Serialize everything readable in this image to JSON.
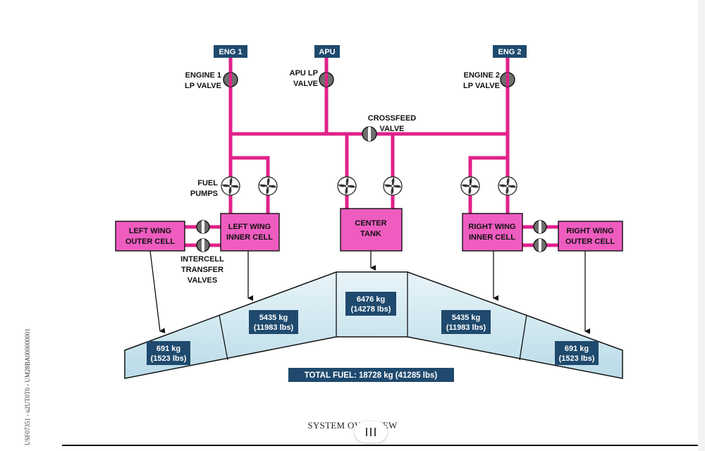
{
  "diagram": {
    "sources": {
      "eng1": "ENG 1",
      "apu": "APU",
      "eng2": "ENG 2"
    },
    "valves": {
      "engine1_lp": [
        "ENGINE 1",
        "LP VALVE"
      ],
      "apu_lp": [
        "APU LP",
        "VALVE"
      ],
      "engine2_lp": [
        "ENGINE 2",
        "LP VALVE"
      ],
      "crossfeed": [
        "CROSSFEED",
        "VALVE"
      ],
      "intercell": [
        "INTERCELL",
        "TRANSFER",
        "VALVES"
      ]
    },
    "pumps_label": [
      "FUEL",
      "PUMPS"
    ],
    "tanks": {
      "left_outer": [
        "LEFT WING",
        "OUTER CELL"
      ],
      "left_inner": [
        "LEFT WING",
        "INNER CELL"
      ],
      "center": [
        "CENTER",
        "TANK"
      ],
      "right_inner": [
        "RIGHT WING",
        "INNER CELL"
      ],
      "right_outer": [
        "RIGHT WING",
        "OUTER CELL"
      ]
    },
    "quantities": {
      "left_outer": [
        "691 kg",
        "(1523 lbs)"
      ],
      "left_inner": [
        "5435 kg",
        "(11983 lbs)"
      ],
      "center": [
        "6476 kg",
        "(14278 lbs)"
      ],
      "right_inner": [
        "5435 kg",
        "(11983 lbs)"
      ],
      "right_outer": [
        "691 kg",
        "(1523 lbs)"
      ]
    },
    "total": "TOTAL FUEL: 18728 kg (41285 lbs)"
  },
  "page": {
    "side_code": "USF07351 - u2UT0T0 - UM28BA000000001",
    "caption": "SYSTEM OVERVIEW"
  },
  "colors": {
    "fuel_line": "#e0218a",
    "tank_fill": "#ee5cc0",
    "node_fill": "#1f4a6e",
    "wing_fill": "#d4e9f2",
    "valve_grey": "#6e6e6e"
  }
}
